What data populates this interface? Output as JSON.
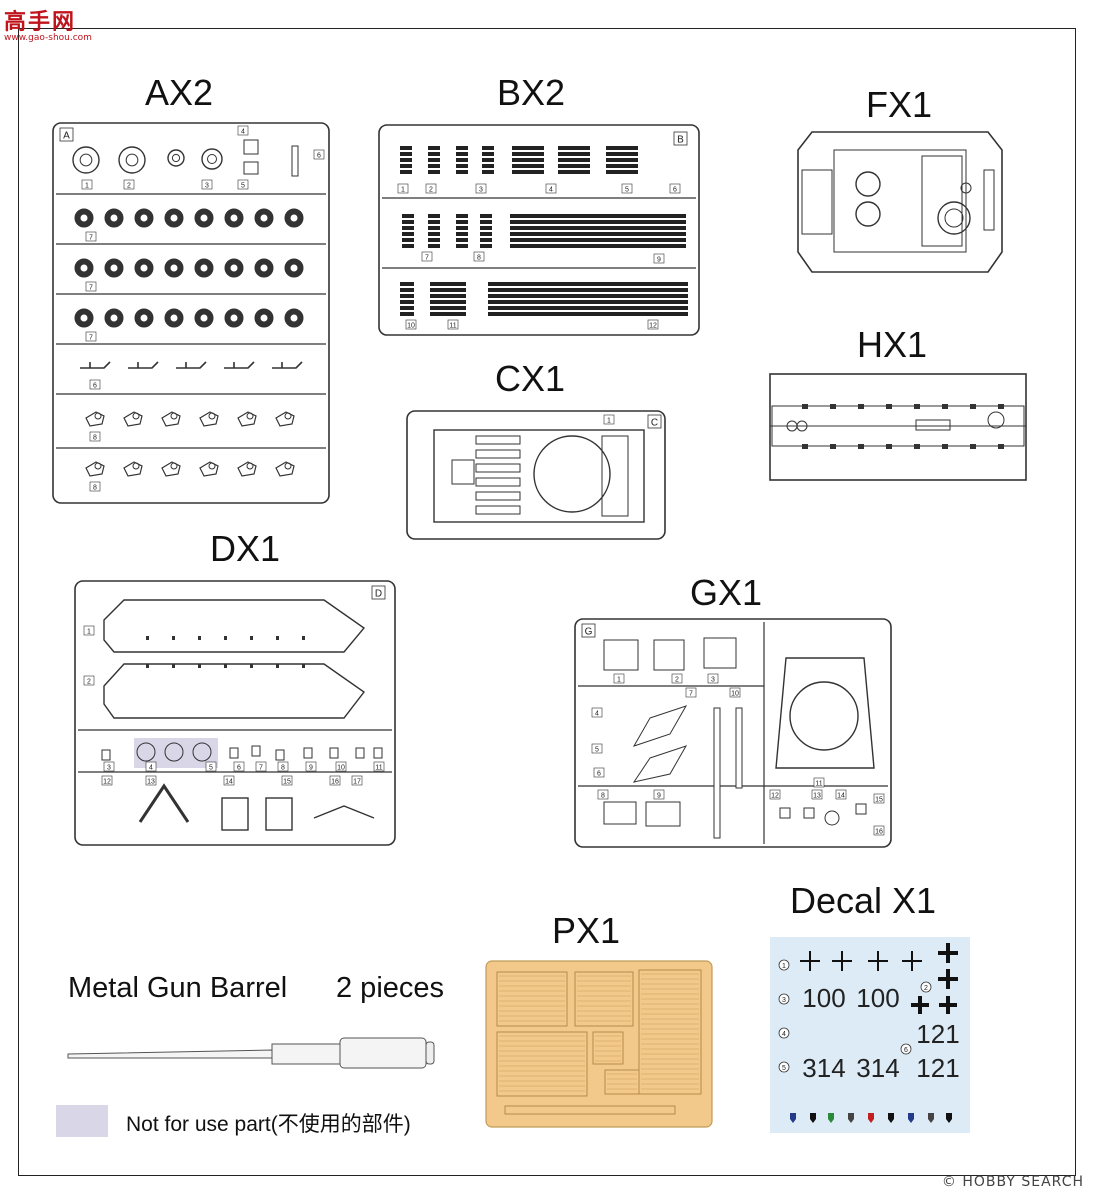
{
  "watermark": {
    "top_logo": "高手网",
    "top_url": "www.gao-shou.com",
    "bottom": "© HOBBY SEARCH"
  },
  "sprues": {
    "A": {
      "title": "AX2",
      "letter": "A",
      "numbers": [
        "1",
        "2",
        "3",
        "4",
        "5",
        "6",
        "7",
        "7",
        "7",
        "6",
        "8",
        "8"
      ]
    },
    "B": {
      "title": "BX2",
      "letter": "B",
      "numbers": [
        "1",
        "2",
        "3",
        "4",
        "5",
        "6",
        "7",
        "8",
        "9",
        "10",
        "11",
        "12"
      ]
    },
    "C": {
      "title": "CX1",
      "letter": "C",
      "numbers": [
        "1"
      ]
    },
    "D": {
      "title": "DX1",
      "letter": "D",
      "numbers": [
        "1",
        "2",
        "3",
        "4",
        "5",
        "6",
        "7",
        "8",
        "9",
        "10",
        "11",
        "12",
        "13",
        "14",
        "15",
        "16",
        "17"
      ]
    },
    "F": {
      "title": "FX1"
    },
    "G": {
      "title": "GX1",
      "letter": "G",
      "numbers": [
        "1",
        "2",
        "3",
        "4",
        "5",
        "6",
        "7",
        "8",
        "9",
        "10",
        "11",
        "12",
        "13",
        "14",
        "15",
        "16"
      ]
    },
    "H": {
      "title": "HX1"
    },
    "P": {
      "title": "PX1"
    }
  },
  "decal": {
    "title": "Decal X1",
    "numbers": [
      "100",
      "100",
      "121",
      "314",
      "314",
      "121"
    ],
    "markers": [
      "1",
      "2",
      "3",
      "4",
      "5",
      "6"
    ]
  },
  "metal_barrel": {
    "label": "Metal Gun Barrel",
    "count": "2 pieces"
  },
  "legend": {
    "text": "Not for use part(不使用的部件)",
    "swatch_color": "#d9d6e8"
  },
  "colors": {
    "photo_etch": "#f2c98a",
    "decal_bg": "#dcebf6",
    "line": "#333333"
  }
}
